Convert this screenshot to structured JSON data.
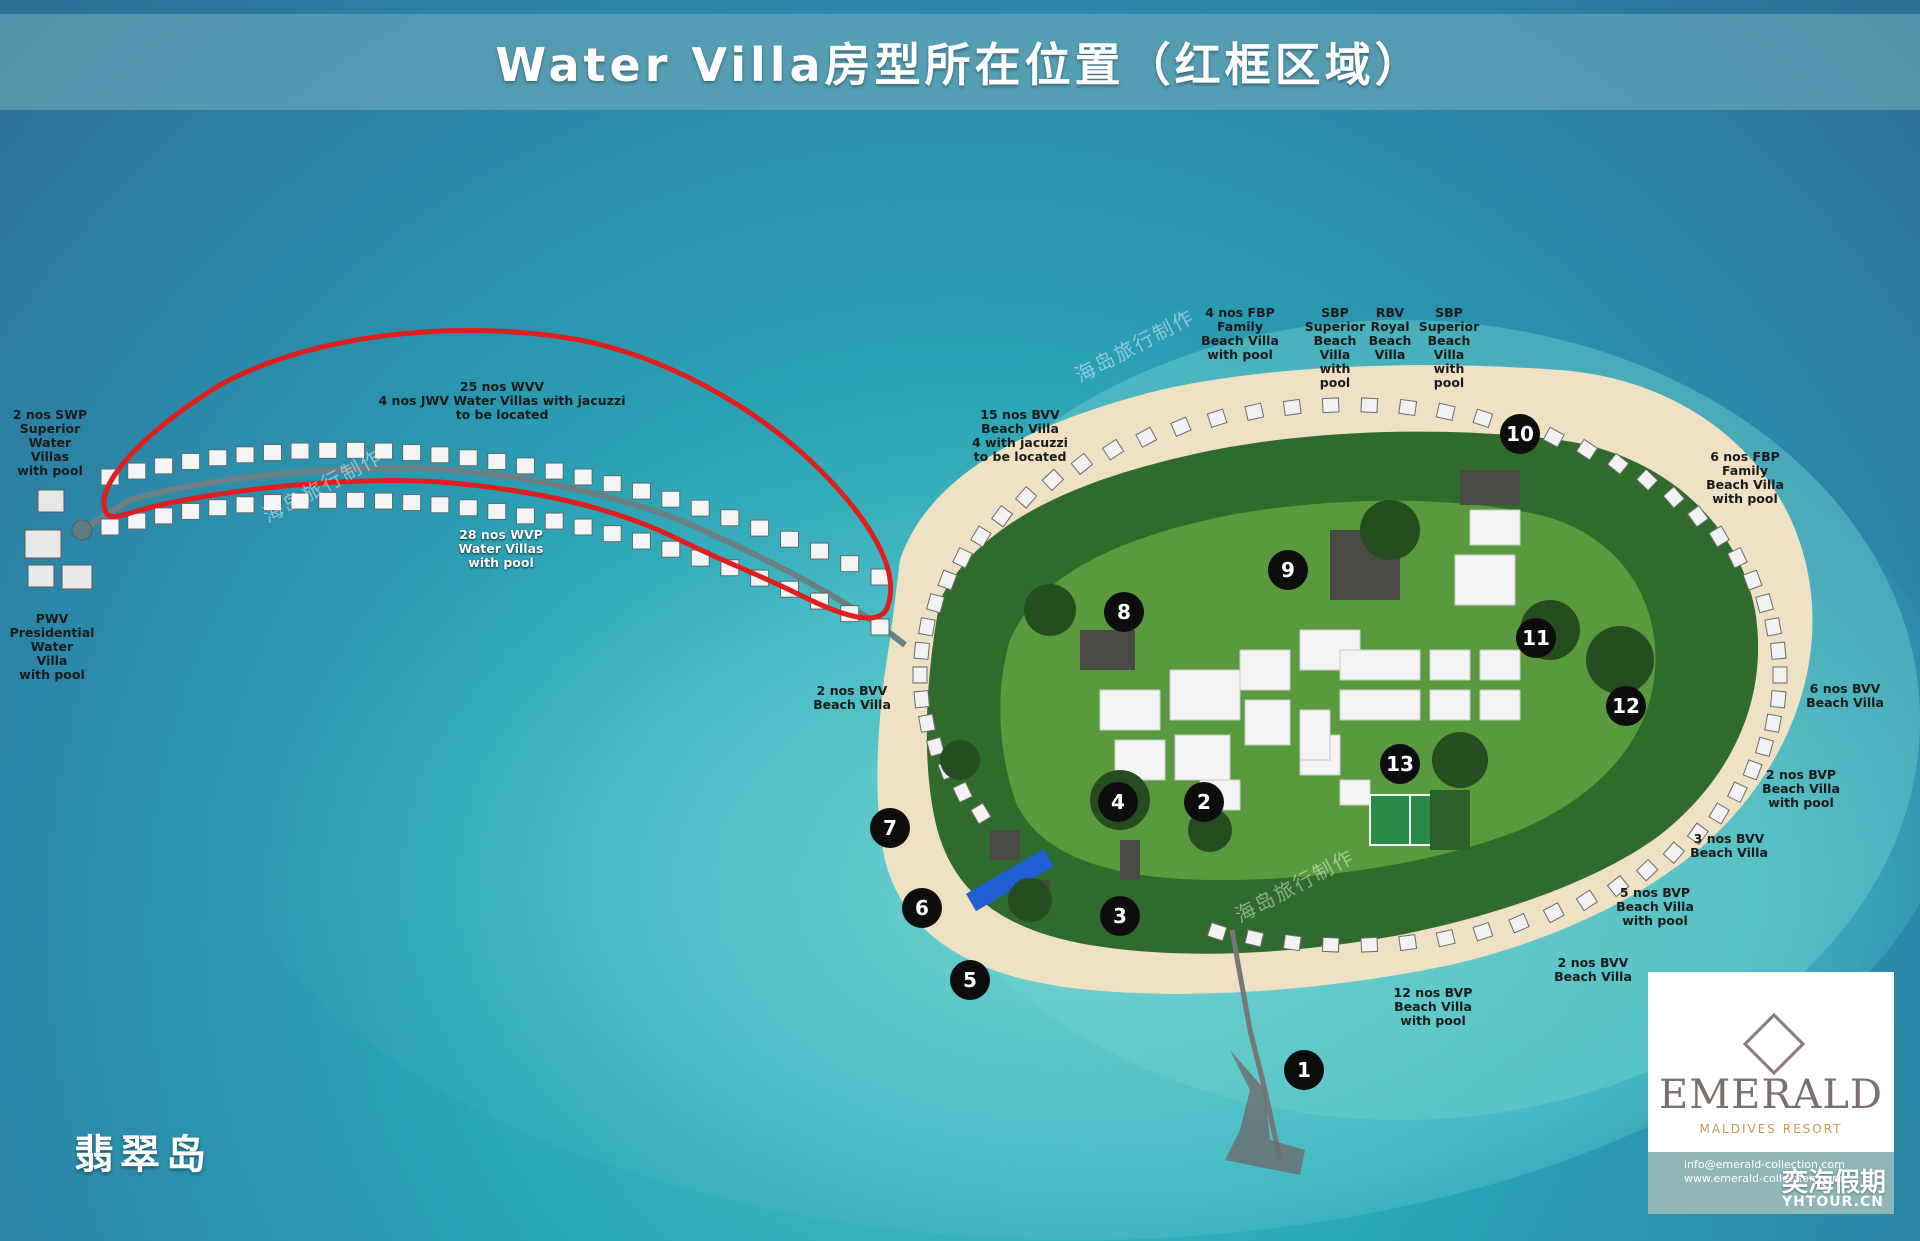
{
  "title": "Water Villa房型所在位置（红框区域）",
  "island_name": "翡翠岛",
  "watermark": "海岛旅行制作",
  "labels": {
    "swp": "2 nos SWP\nSuperior\nWater\nVillas\nwith pool",
    "pwv": "PWV\nPresidential\nWater\nVilla\nwith pool",
    "wvv": "25 nos WVV\n4 nos JWV Water Villas with jacuzzi\nto be located",
    "wvp": "28 nos WVP\nWater Villas\nwith pool",
    "bvv15": "15 nos BVV\nBeach Villa\n4 with jacuzzi\nto be located",
    "fbp4": "4 nos FBP\nFamily\nBeach Villa\nwith pool",
    "sbp_a": "SBP\nSuperior\nBeach\nVilla\nwith\npool",
    "rbv": "RBV\nRoyal\nBeach\nVilla",
    "sbp_b": "SBP\nSuperior\nBeach\nVilla\nwith\npool",
    "fbp6": "6 nos FBP\nFamily\nBeach Villa\nwith pool",
    "bvv6": "6 nos BVV\nBeach Villa",
    "bvp2": "2 nos BVP\nBeach Villa\nwith pool",
    "bvv3": "3 nos BVV\nBeach Villa",
    "bvp5": "5 nos BVP\nBeach Villa\nwith pool",
    "bvv2_se": "2 nos BVV\nBeach Villa",
    "bvp12": "12 nos BVP\nBeach Villa\nwith pool",
    "bvv2_w": "2 nos BVV\nBeach Villa"
  },
  "markers": [
    "1",
    "2",
    "3",
    "4",
    "5",
    "6",
    "7",
    "8",
    "9",
    "10",
    "11",
    "12",
    "13"
  ],
  "logo": {
    "name": "EMERALD",
    "sub": "MALDIVES RESORT",
    "contact": "info@emerald-collection.com\nwww.emerald-collection.com",
    "brand_cn": "奕海假期",
    "brand_en": "YHTOUR.CN"
  },
  "colors": {
    "highlight": "#e01e1e",
    "sand": "#efe1c4",
    "grass": "#4f8a38"
  },
  "icons": [
    "emerald-logo-icon"
  ]
}
